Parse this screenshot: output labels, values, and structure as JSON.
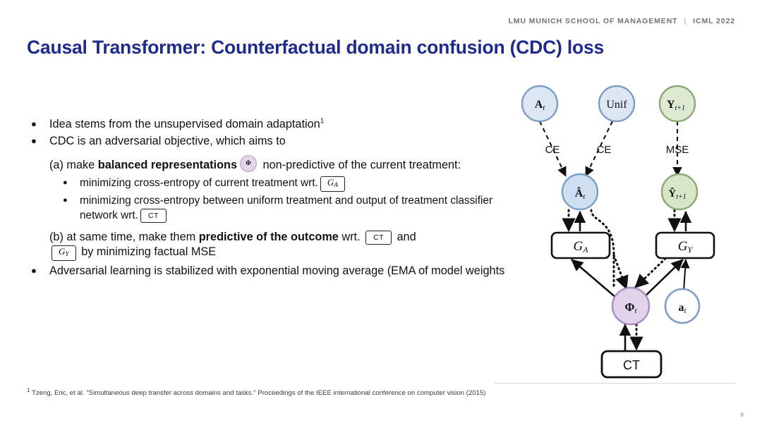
{
  "header": {
    "institution": "LMU MUNICH SCHOOL OF MANAGEMENT",
    "separator": "|",
    "venue": "ICML 2022"
  },
  "title": "Causal Transformer: Counterfactual domain confusion (CDC) loss",
  "content": {
    "bullet1_pre": "Idea stems from the unsupervised domain adaptation",
    "bullet1_sup": "1",
    "bullet2": "CDC is an adversarial objective, which aims to",
    "item_a": {
      "pre": "(a) make ",
      "bold": "balanced representations",
      "badge": "Φ",
      "badge_sub": "t",
      "post": " non-predictive of the current treatment:"
    },
    "sub1": {
      "text": "minimizing cross-entropy of current treatment wrt.",
      "token": "G",
      "token_sub": "A"
    },
    "sub2": {
      "text": "minimizing cross-entropy between uniform treatment and output of treatment classifier network wrt.",
      "token": "CT"
    },
    "item_b": {
      "pre": "(b) at same time, make them ",
      "bold": "predictive of the outcome",
      "mid": " wrt. ",
      "token1": "CT",
      "and": " and ",
      "token2": "G",
      "token2_sub": "Y",
      "post": " by minimizing factual MSE"
    },
    "bullet3": "Adversarial learning is stabilized with exponential moving average (EMA of model weights"
  },
  "diagram": {
    "nodes": {
      "A_t": {
        "label": "A",
        "sub": "t",
        "fill": "#dde6f3",
        "stroke": "#7d9dc4"
      },
      "Unif": {
        "label": "Unif",
        "sub": "",
        "fill": "#dde6f3",
        "stroke": "#7d9dc4"
      },
      "Y_t1": {
        "label": "Y",
        "sub": "t+1",
        "fill": "#dee9d1",
        "stroke": "#8aa873"
      },
      "A_hat": {
        "label": "Â",
        "sub": "t",
        "fill": "#cfdff1",
        "stroke": "#7d9dc4"
      },
      "Y_hat": {
        "label": "Ŷ",
        "sub": "t+1",
        "fill": "#d6e6c6",
        "stroke": "#8aa873"
      },
      "Phi_t": {
        "label": "Φ",
        "sub": "t",
        "fill": "#e0d3ea",
        "stroke": "#a98cc0"
      },
      "a_t": {
        "label": "a",
        "sub": "t",
        "fill": "#ffffff",
        "stroke": "#7d9dc4"
      }
    },
    "boxes": {
      "G_A": {
        "label": "G",
        "sub": "A"
      },
      "G_Y": {
        "label": "G",
        "sub": "Y"
      },
      "CT": {
        "label": "CT",
        "sub": ""
      }
    },
    "edge_labels": {
      "ce_left": "CE",
      "ce_mid": "CE",
      "mse": "MSE"
    }
  },
  "footnote": {
    "marker": "1",
    "text": "Tzeng, Eric, et al. \"Simultaneous deep transfer across domains and tasks.\" Proceedings of the IEEE international conference on computer vision (2015)"
  },
  "page_number": "8"
}
